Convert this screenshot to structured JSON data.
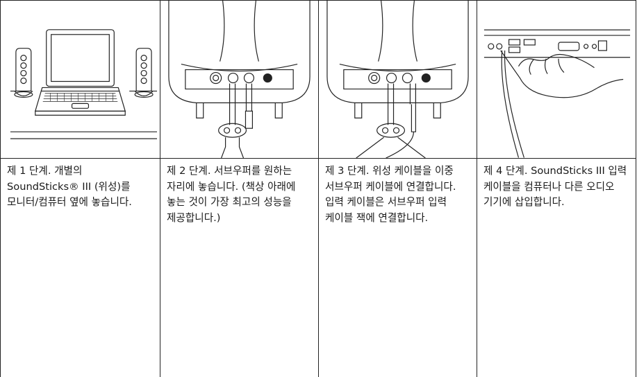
{
  "steps": [
    {
      "step": "1",
      "text": "제 1 단계. 개별의 SoundSticks® III (위성)를 모니터/컴퓨터 옆에 놓습니다."
    },
    {
      "step": "2",
      "text": "제 2 단계. 서브우퍼를 원하는 자리에 놓습니다. (책상 아래에 놓는 것이 가장 최고의 성능을 제공합니다.)"
    },
    {
      "step": "3",
      "text": "제 3 단계. 위성 케이블을 이중 서브우퍼 케이블에 연결합니다. 입력 케이블은 서브우퍼 입력 케이블 잭에 연결합니다."
    },
    {
      "step": "4",
      "text": "제 4 단계. SoundSticks III 입력 케이블을 컴퓨터나 다른 오디오 기기에 삽입합니다."
    }
  ],
  "illustrations": [
    {
      "icon": "laptop-with-satellite-speakers-illustration"
    },
    {
      "icon": "subwoofer-cable-connection-illustration"
    },
    {
      "icon": "subwoofer-input-cable-illustration"
    },
    {
      "icon": "hand-plugging-cable-into-computer-illustration"
    }
  ],
  "colors": {
    "line": "#222222",
    "paper": "#ffffff"
  }
}
